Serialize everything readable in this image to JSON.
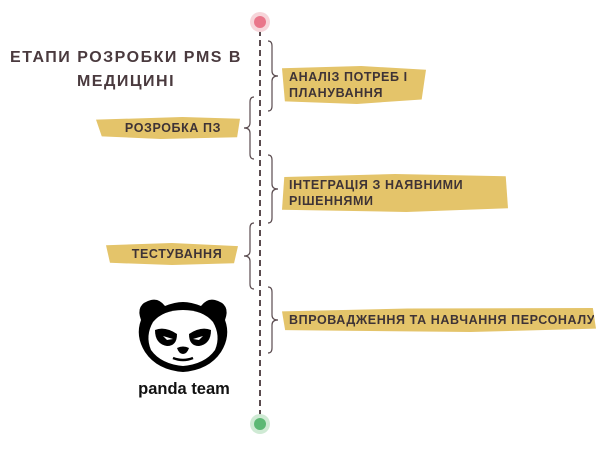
{
  "title": "ЕТАПИ РОЗРОБКИ PMS В МЕДИЦИНІ",
  "stages": [
    {
      "label": "АНАЛІЗ ПОТРЕБ І ПЛАНУВАННЯ",
      "side": "right"
    },
    {
      "label": "РОЗРОБКА ПЗ",
      "side": "left"
    },
    {
      "label": "ІНТЕГРАЦІЯ З НАЯВНИМИ РІШЕННЯМИ",
      "side": "right"
    },
    {
      "label": "ТЕСТУВАННЯ",
      "side": "left"
    },
    {
      "label": "ВПРОВАДЖЕННЯ ТА НАВЧАННЯ ПЕРСОНАЛУ",
      "side": "right"
    }
  ],
  "logo": {
    "text": "panda team",
    "icon": "panda-logo-icon"
  },
  "colors": {
    "label_fill": "#e4c46a",
    "line": "#5a4b4f",
    "start_dot": "#e9768a",
    "end_dot": "#5cb874",
    "text": "#3e3336"
  }
}
